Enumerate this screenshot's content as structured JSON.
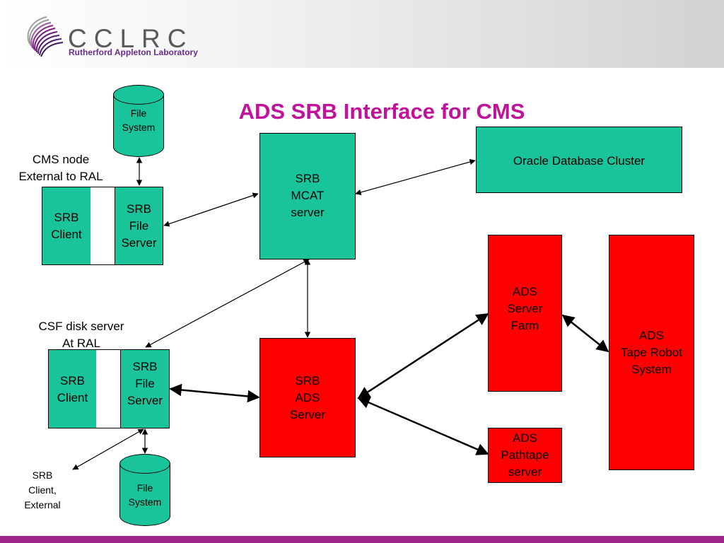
{
  "header": {
    "logo_title": "CCLRC",
    "logo_subtitle": "Rutherford Appleton Laboratory"
  },
  "title": "ADS SRB Interface for CMS",
  "colors": {
    "title": "#c0129a",
    "green": "#1ac49b",
    "red": "#ff0000",
    "footer": "#a0258c"
  },
  "labels": {
    "cms_node": "CMS node\nExternal to RAL",
    "csf_disk": "CSF disk server\nAt RAL",
    "srb_client_external": "SRB\nClient,\nExternal"
  },
  "nodes": {
    "file_system_top": "File\nSystem",
    "cms_srb_client": "SRB\nClient",
    "cms_srb_file_server": "SRB\nFile\nServer",
    "srb_mcat_server": "SRB\nMCAT\nserver",
    "oracle_cluster": "Oracle Database Cluster",
    "ads_server_farm": "ADS\nServer\nFarm",
    "ads_tape_robot": "ADS\nTape Robot\nSystem",
    "csf_srb_client": "SRB\nClient",
    "csf_srb_file_server": "SRB\nFile\nServer",
    "srb_ads_server": "SRB\nADS\nServer",
    "ads_pathtape_server": "ADS\nPathtape\nserver",
    "file_system_bottom": "File\nSystem"
  }
}
